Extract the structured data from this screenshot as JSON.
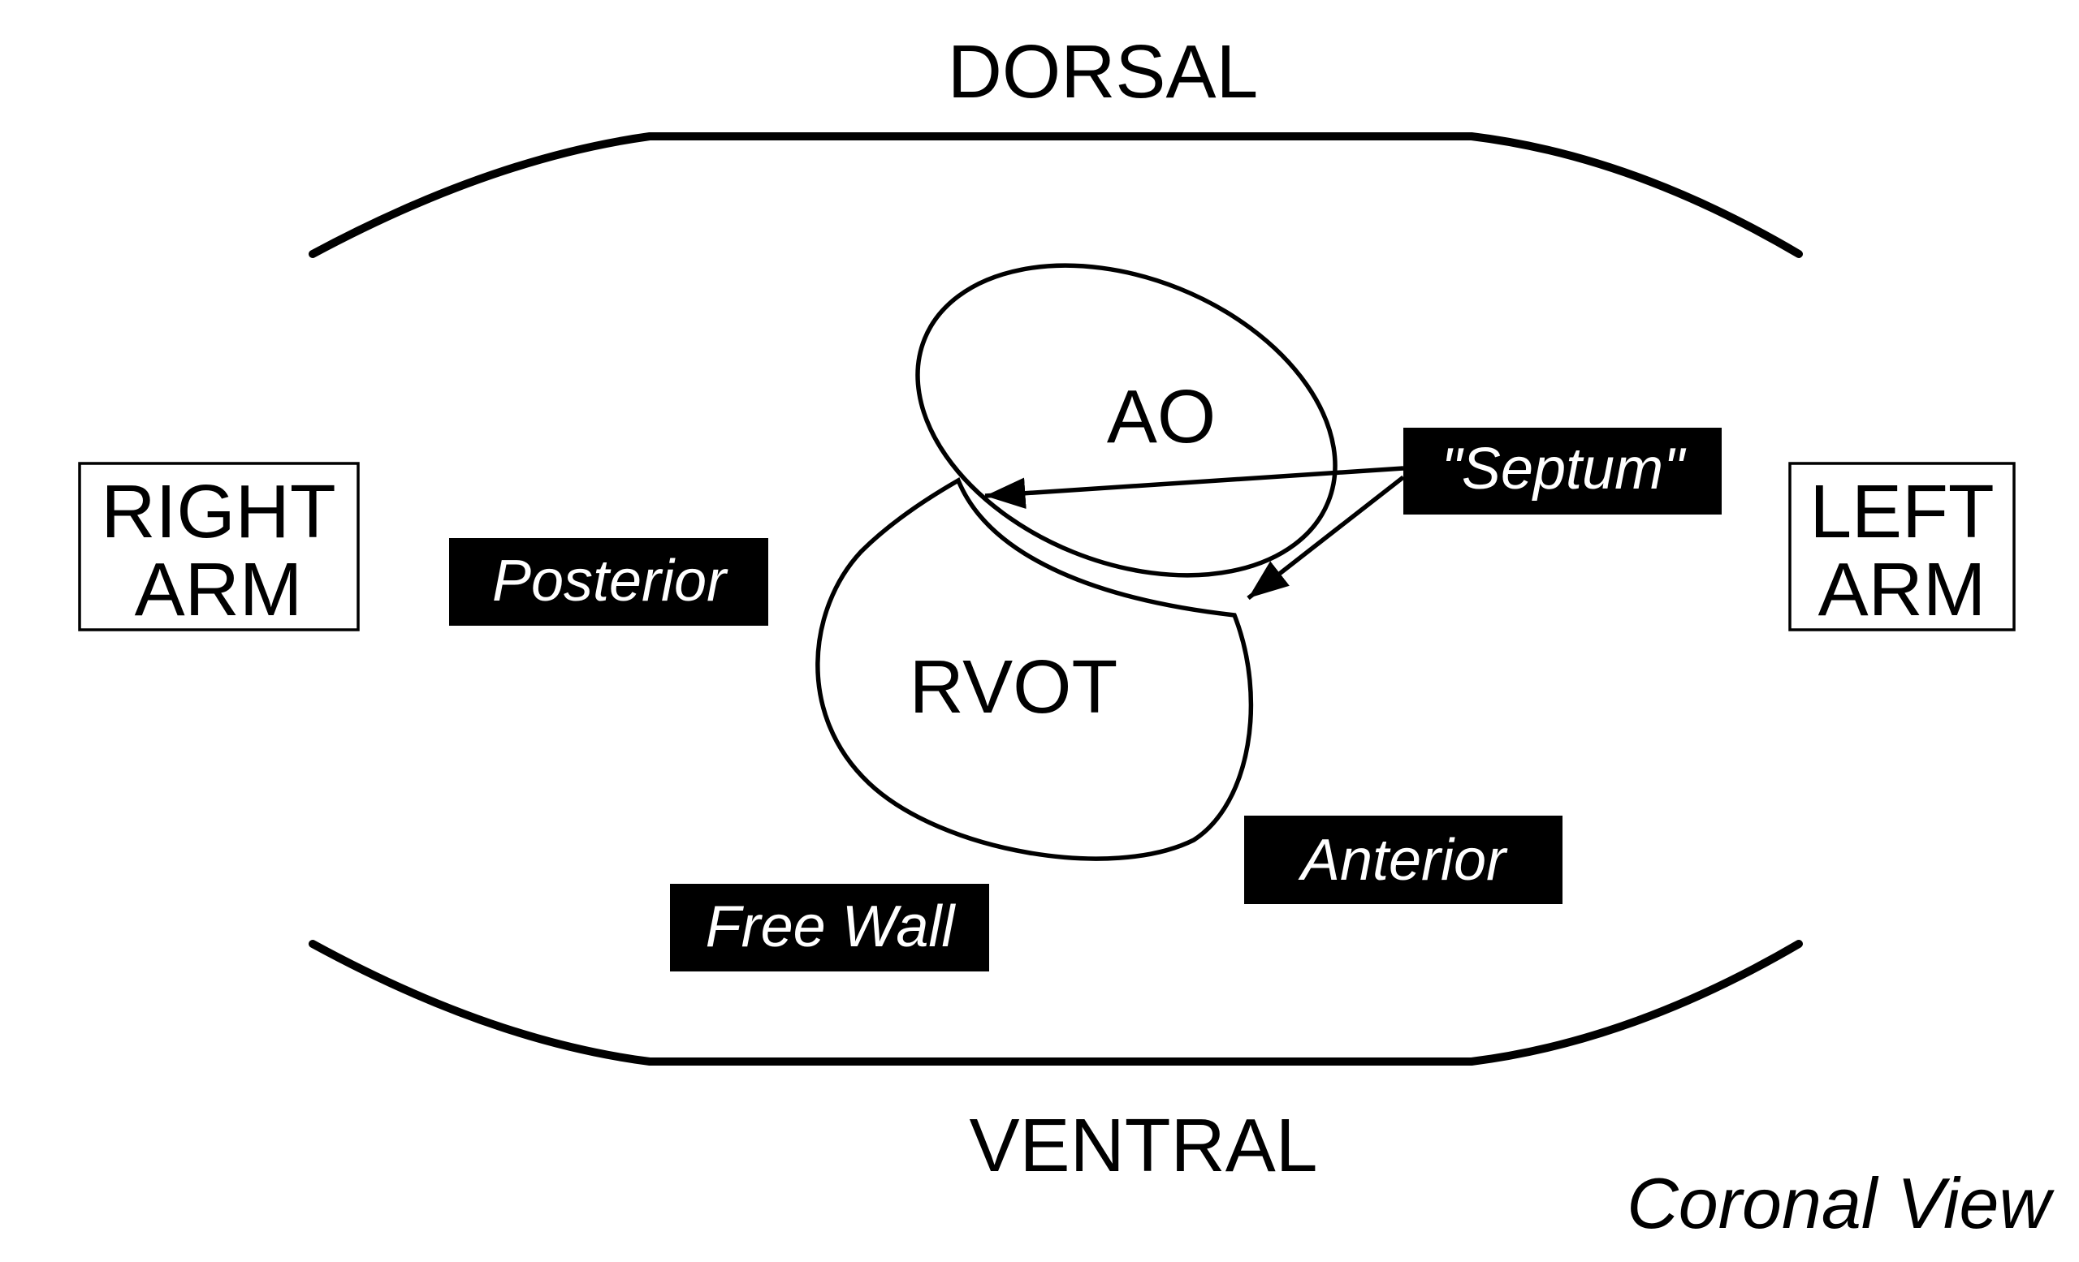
{
  "orientation": {
    "top": "DORSAL",
    "bottom": "VENTRAL"
  },
  "sides": {
    "right_arm": [
      "RIGHT",
      "ARM"
    ],
    "left_arm": [
      "LEFT",
      "ARM"
    ]
  },
  "structures": {
    "aorta": "AO",
    "rvot": "RVOT"
  },
  "tags": {
    "septum": "\"Septum\"",
    "posterior": "Posterior",
    "anterior": "Anterior",
    "free_wall": "Free Wall"
  },
  "view_label": "Coronal View",
  "colors": {
    "ink": "#000000",
    "paper": "#ffffff"
  }
}
